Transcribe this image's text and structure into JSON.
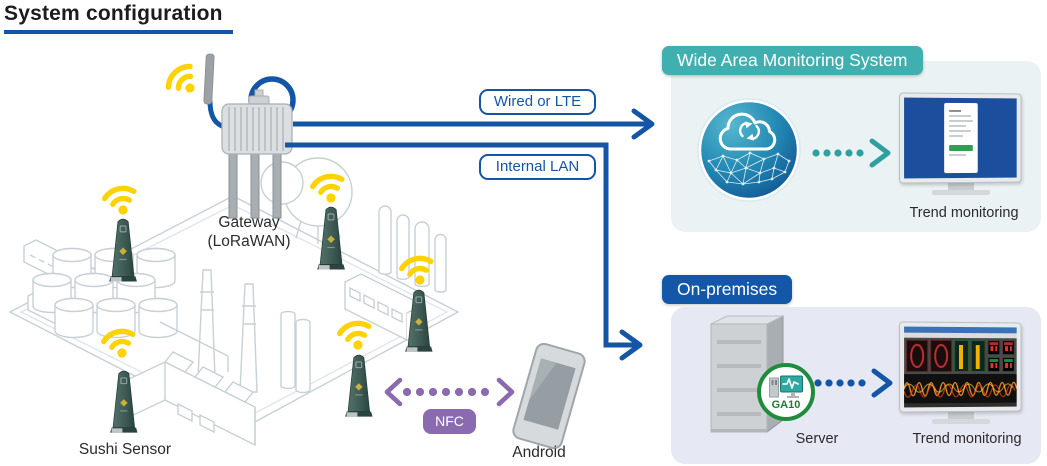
{
  "title": "System configuration",
  "factory": {
    "gateway_label_line1": "Gateway",
    "gateway_label_line2": "(LoRaWAN)",
    "sushi_sensor_label": "Sushi Sensor",
    "android_label": "Android",
    "nfc_badge": "NFC"
  },
  "connections": {
    "wired_or_lte": "Wired or LTE",
    "internal_lan": "Internal LAN"
  },
  "wide_area_panel": {
    "title": "Wide Area Monitoring System",
    "monitor_caption": "Trend monitoring"
  },
  "on_premises_panel": {
    "title": "On-premises",
    "ga10_badge": "GA10",
    "server_caption": "Server",
    "monitor_caption": "Trend monitoring"
  },
  "colors": {
    "accent_blue": "#1456A5",
    "tab_teal": "#3FAFB0",
    "tab_blue": "#1257A8",
    "wifi_yellow": "#FFD205",
    "nfc_purple": "#8A6BAF",
    "sensor_teal": "#3E5C55",
    "ga10_green": "#1E8C3C",
    "screen_blue": "#1B4F9D",
    "panel_wide_bg": "#EBF2F4",
    "panel_onprem_bg": "#E6E8F4",
    "factory_line_gray": "#C7D0D6"
  }
}
